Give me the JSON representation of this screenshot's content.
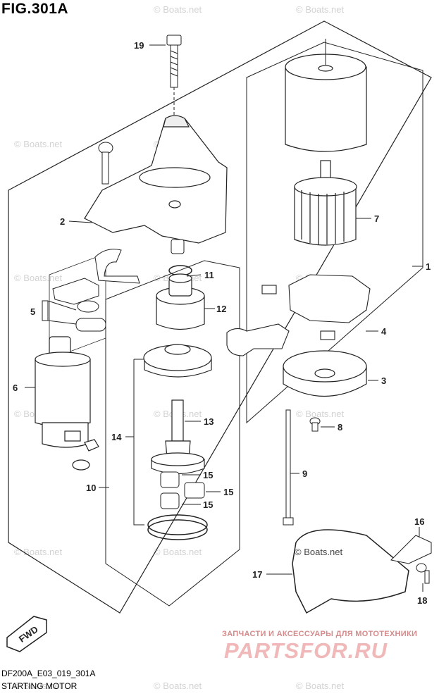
{
  "figure": {
    "title": "FIG.301A",
    "code": "DF200A_E03_019_301A",
    "caption": "STARTING MOTOR",
    "fwd_label": "FWD"
  },
  "watermarks": {
    "text": "© Boats.net",
    "shop_tagline": "ЗАПЧАСТИ И АКСЕССУАРЫ ДЛЯ МОТОТЕХНИКИ",
    "shop_logo": "PARTSFOR.RU"
  },
  "callouts": {
    "c1": "1",
    "c2": "2",
    "c3": "3",
    "c4": "4",
    "c5": "5",
    "c6": "6",
    "c7": "7",
    "c8": "8",
    "c9": "9",
    "c10": "10",
    "c11": "11",
    "c12": "12",
    "c13": "13",
    "c14": "14",
    "c15a": "15",
    "c15b": "15",
    "c15c": "15",
    "c16": "16",
    "c17": "17",
    "c18": "18",
    "c19": "19"
  }
}
